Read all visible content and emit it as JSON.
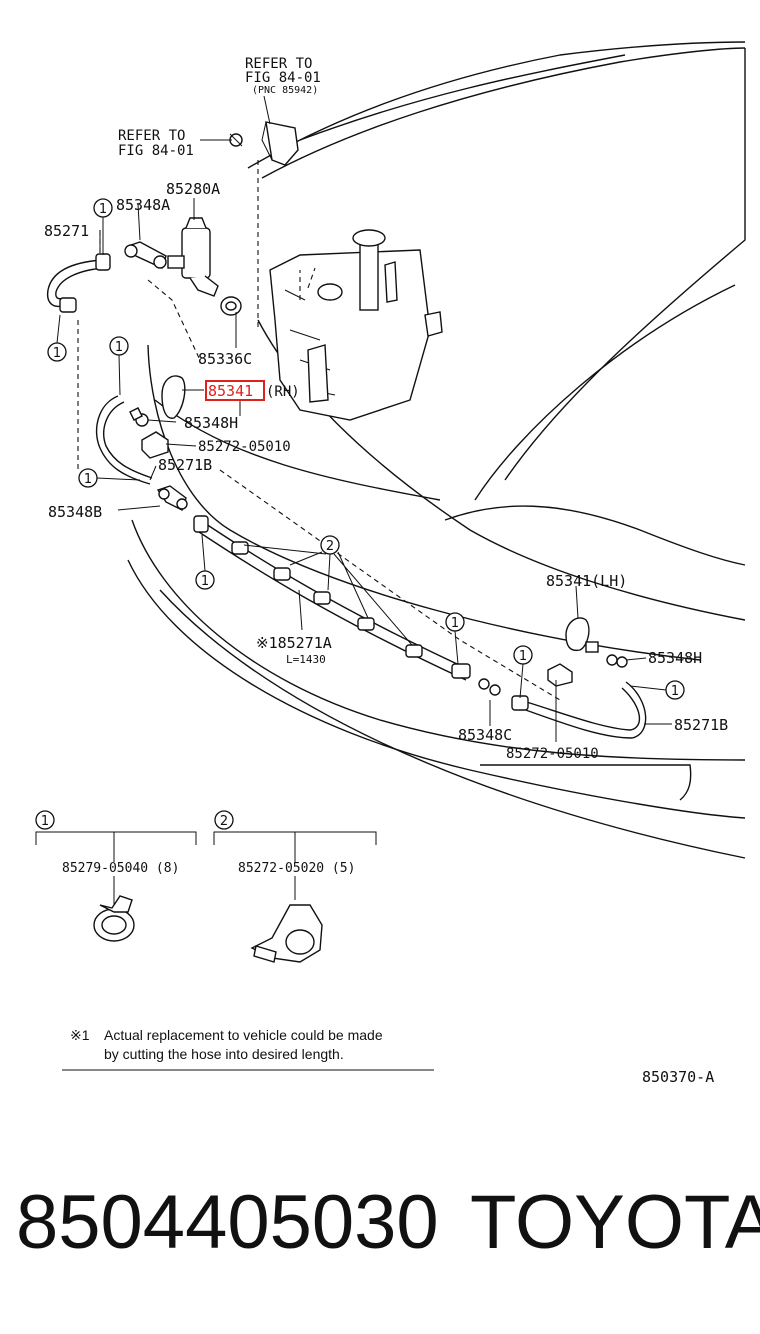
{
  "refs": {
    "ref_top_line1": "REFER TO",
    "ref_top_line2": "FIG 84-01",
    "ref_top_pnc": "(PNC 85942)",
    "ref_left_line1": "REFER TO",
    "ref_left_line2": "FIG 84-01"
  },
  "parts": {
    "p85280A": "85280A",
    "p85348A": "85348A",
    "p85271": "85271",
    "p85336C": "85336C",
    "p85341": "85341",
    "p85341_side": "(RH)",
    "p85348H_left": "85348H",
    "p85272_left": "85272-05010",
    "p85271B_left": "85271B",
    "p85348B": "85348B",
    "p85271A": "※185271A",
    "p85271A_len": "L=1430",
    "p85341LH": "85341(LH)",
    "p85348H_right": "85348H",
    "p85348C": "85348C",
    "p85272_right": "85272-05010",
    "p85271B_right": "85271B"
  },
  "callouts": [
    "1",
    "2"
  ],
  "legend": {
    "box1_part": "85279-05040 (8)",
    "box2_part": "85272-05020 (5)"
  },
  "note": {
    "mark": "※1",
    "line1": "Actual replacement to vehicle could be made",
    "line2": "by cutting the hose into desired length."
  },
  "figure_code": "850370-A",
  "footer": {
    "part_number": "8504405030",
    "brand": "TOYOTA"
  },
  "colors": {
    "highlight": "#e0201c",
    "ink": "#111111"
  }
}
